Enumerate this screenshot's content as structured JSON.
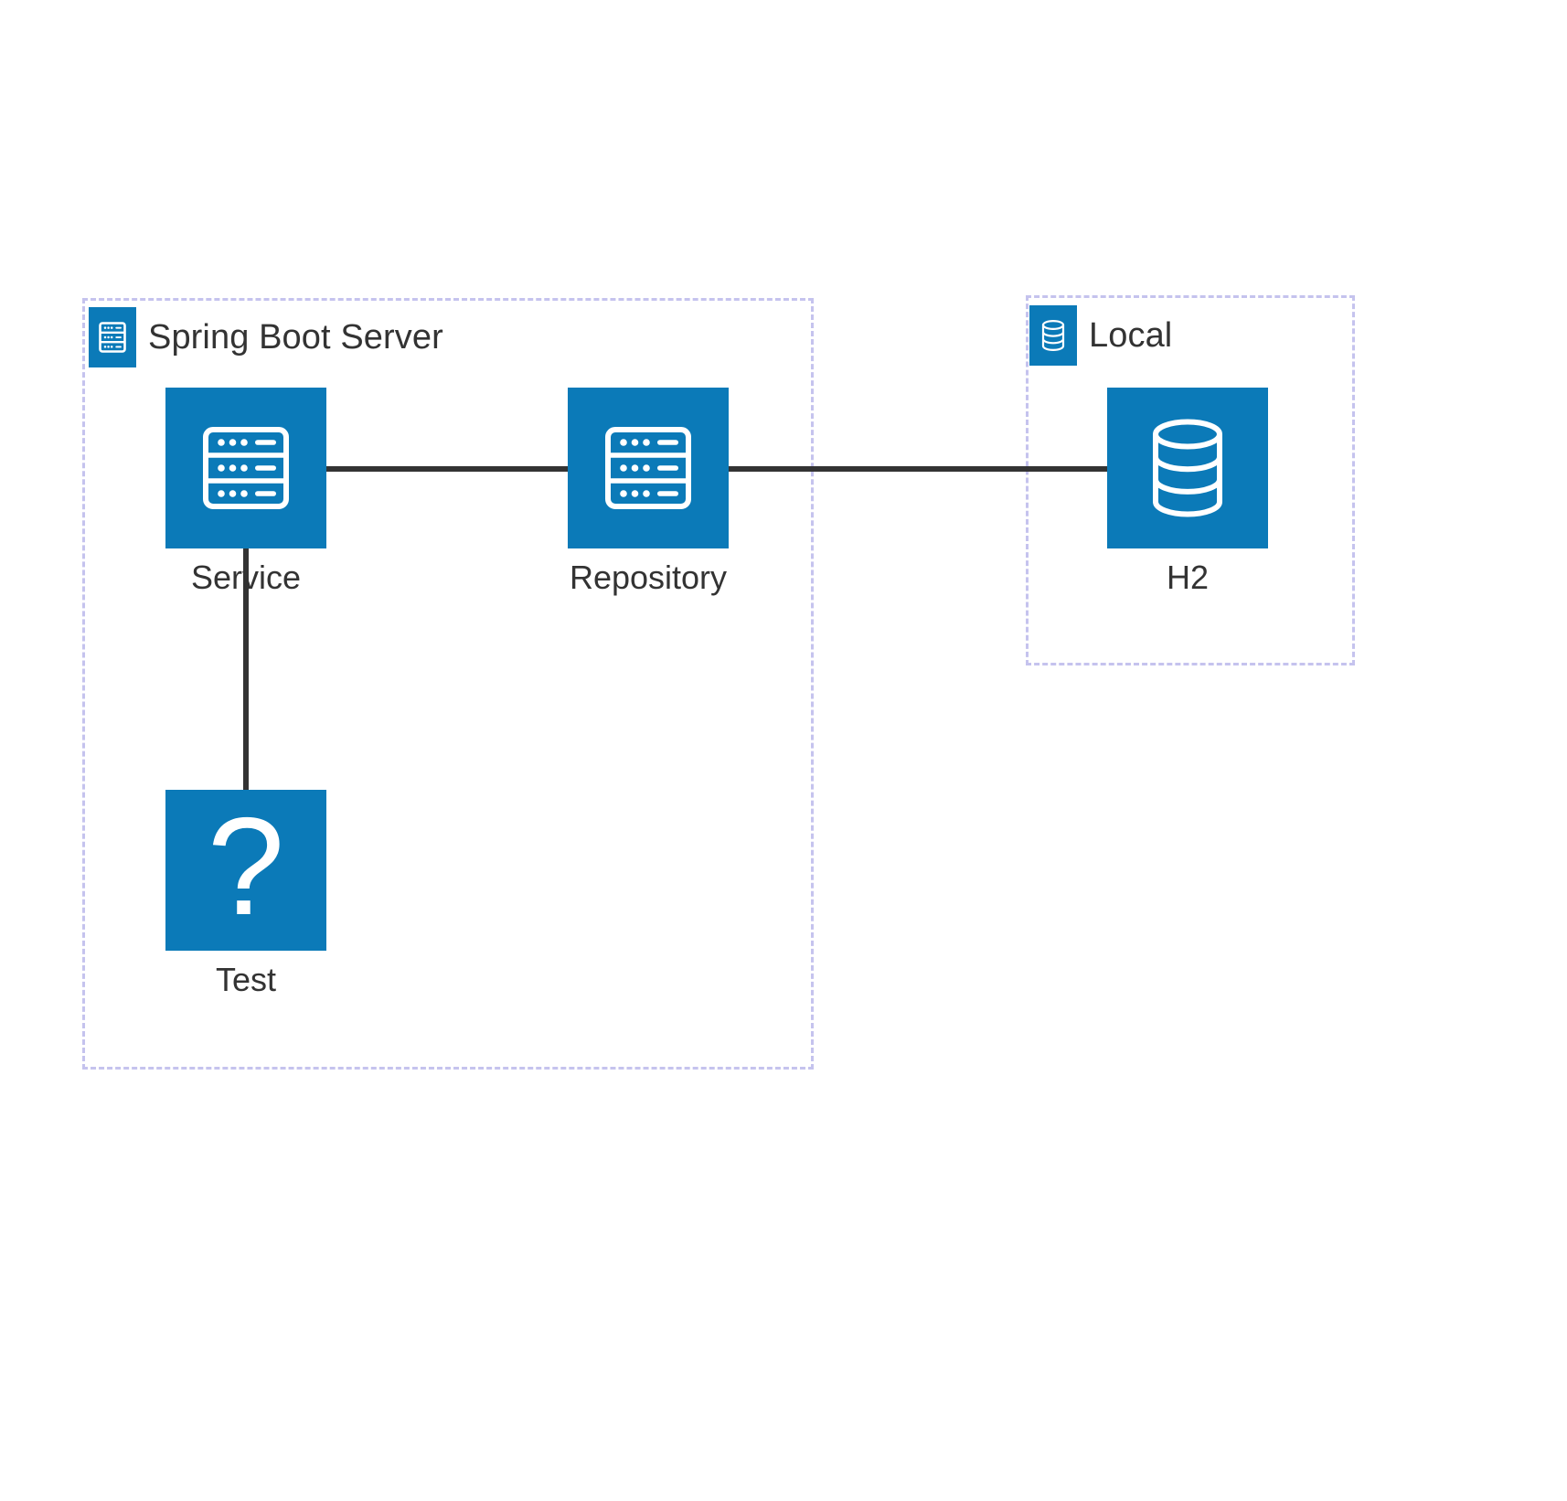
{
  "diagram": {
    "type": "architecture-diagram",
    "title": "Spring Boot Server / Local architecture",
    "background_color": "#ffffff",
    "accent_color": "#0b7ab8",
    "edge_color": "#333333",
    "group_border_color": "#c5c3ee",
    "text_color": "#333333"
  },
  "groups": [
    {
      "id": "spring-boot-server",
      "label": "Spring Boot Server",
      "icon": "server-icon",
      "style": "dashed-border"
    },
    {
      "id": "local",
      "label": "Local",
      "icon": "database-icon",
      "style": "dashed-border"
    }
  ],
  "nodes": [
    {
      "id": "service",
      "label": "Service",
      "icon": "server-icon",
      "group": "spring-boot-server"
    },
    {
      "id": "repository",
      "label": "Repository",
      "icon": "server-icon",
      "group": "spring-boot-server"
    },
    {
      "id": "test",
      "label": "Test",
      "icon": "question-mark-icon",
      "glyph": "?",
      "group": "spring-boot-server"
    },
    {
      "id": "h2",
      "label": "H2",
      "icon": "database-icon",
      "group": "local"
    }
  ],
  "edges": [
    {
      "id": "service-repository",
      "from": "service",
      "to": "repository",
      "orientation": "horizontal"
    },
    {
      "id": "repository-h2",
      "from": "repository",
      "to": "h2",
      "orientation": "horizontal"
    },
    {
      "id": "service-test",
      "from": "service",
      "to": "test",
      "orientation": "vertical"
    }
  ]
}
